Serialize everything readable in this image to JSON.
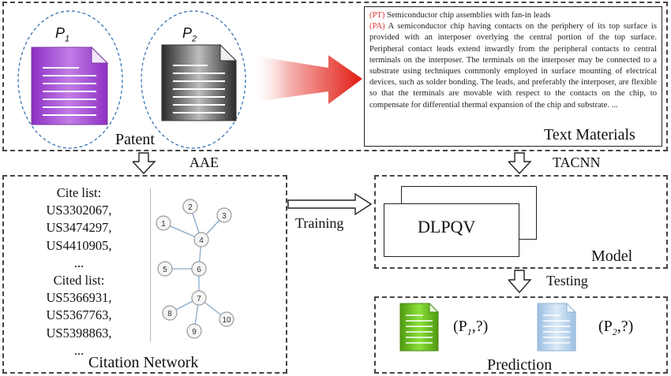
{
  "patent_section": {
    "p1_label": "P",
    "p1_sub": "1",
    "p2_label": "P",
    "p2_sub": "2",
    "caption": "Patent",
    "doc_colors": {
      "purple": "#a24ed0",
      "black": "#3a3a3a"
    }
  },
  "text_materials": {
    "pt_tag": "(PT)",
    "pt_text": "Semiconductor chip assemblies with fan-in leads",
    "pa_tag": "(PA)",
    "pa_text": "A semiconductor chip having contacts on the periphery of its top surface is provided with an interposer overlying the central portion of the top surface. Peripheral contact leads extend inwardly from the peripheral contacts to central terminals on the interposer. The terminals on the interposer may be connected to a substrate using techniques commonly employed in surface mounting of electrical devices, such as solder bonding. The leads, and preferably the interposer, are flexible so that the terminals are movable with respect to the contacts on the chip, to compensate for differential thermal expansion of the chip and substrate. ...",
    "caption": "Text Materials"
  },
  "arrows": {
    "aae": "AAE",
    "tacnn": "TACNN",
    "training": "Training",
    "testing": "Testing"
  },
  "citation_network": {
    "cite_list_title": "Cite list:",
    "cite_list": [
      "US3302067,",
      "US3474297,",
      "US4410905,",
      "..."
    ],
    "cited_list_title": "Cited list:",
    "cited_list": [
      "US5366931,",
      "US5367763,",
      "US5398863,",
      "..."
    ],
    "caption": "Citation Network",
    "nodes": [
      "1",
      "2",
      "3",
      "4",
      "5",
      "6",
      "7",
      "8",
      "9",
      "10"
    ]
  },
  "model_section": {
    "name": "DLPQV",
    "caption": "Model"
  },
  "prediction_section": {
    "p1_text": "(P",
    "p1_sub": "1",
    "p1_tail": ",?)",
    "p2_text": "(P",
    "p2_sub": "2",
    "p2_tail": ",?)",
    "caption": "Prediction",
    "doc_colors": {
      "green": "#6cc21f",
      "blue": "#b9d4ec"
    }
  }
}
